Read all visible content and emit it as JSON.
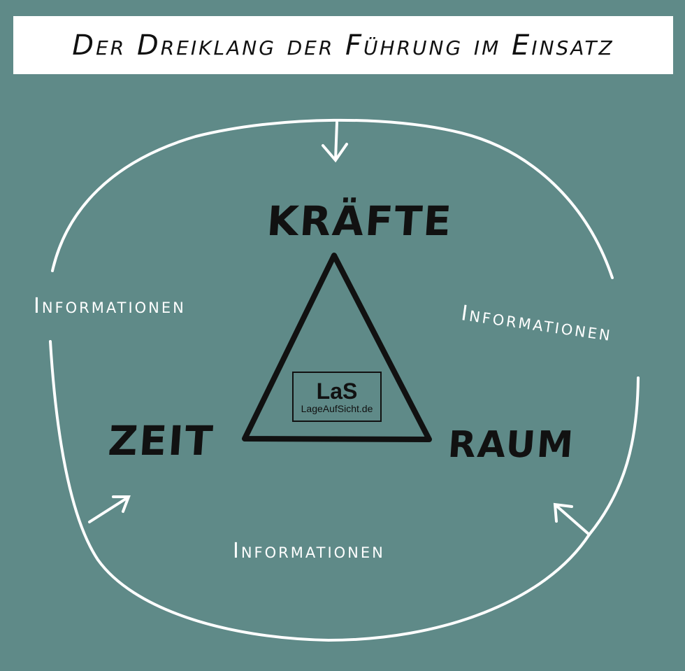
{
  "title": "Der Dreiklang der Führung im Einsatz",
  "nodes": {
    "top": "KRÄFTE",
    "left": "ZEIT",
    "right": "RAUM"
  },
  "info_labels": {
    "left": "Informationen",
    "right": "Informationen",
    "bottom": "Informationen"
  },
  "logo": {
    "main": "LaS",
    "sub": "LageAufSicht.de"
  },
  "colors": {
    "background": "#5f8a88",
    "title_bar": "#ffffff",
    "ink": "#111111",
    "cycle_line": "#ffffff"
  }
}
